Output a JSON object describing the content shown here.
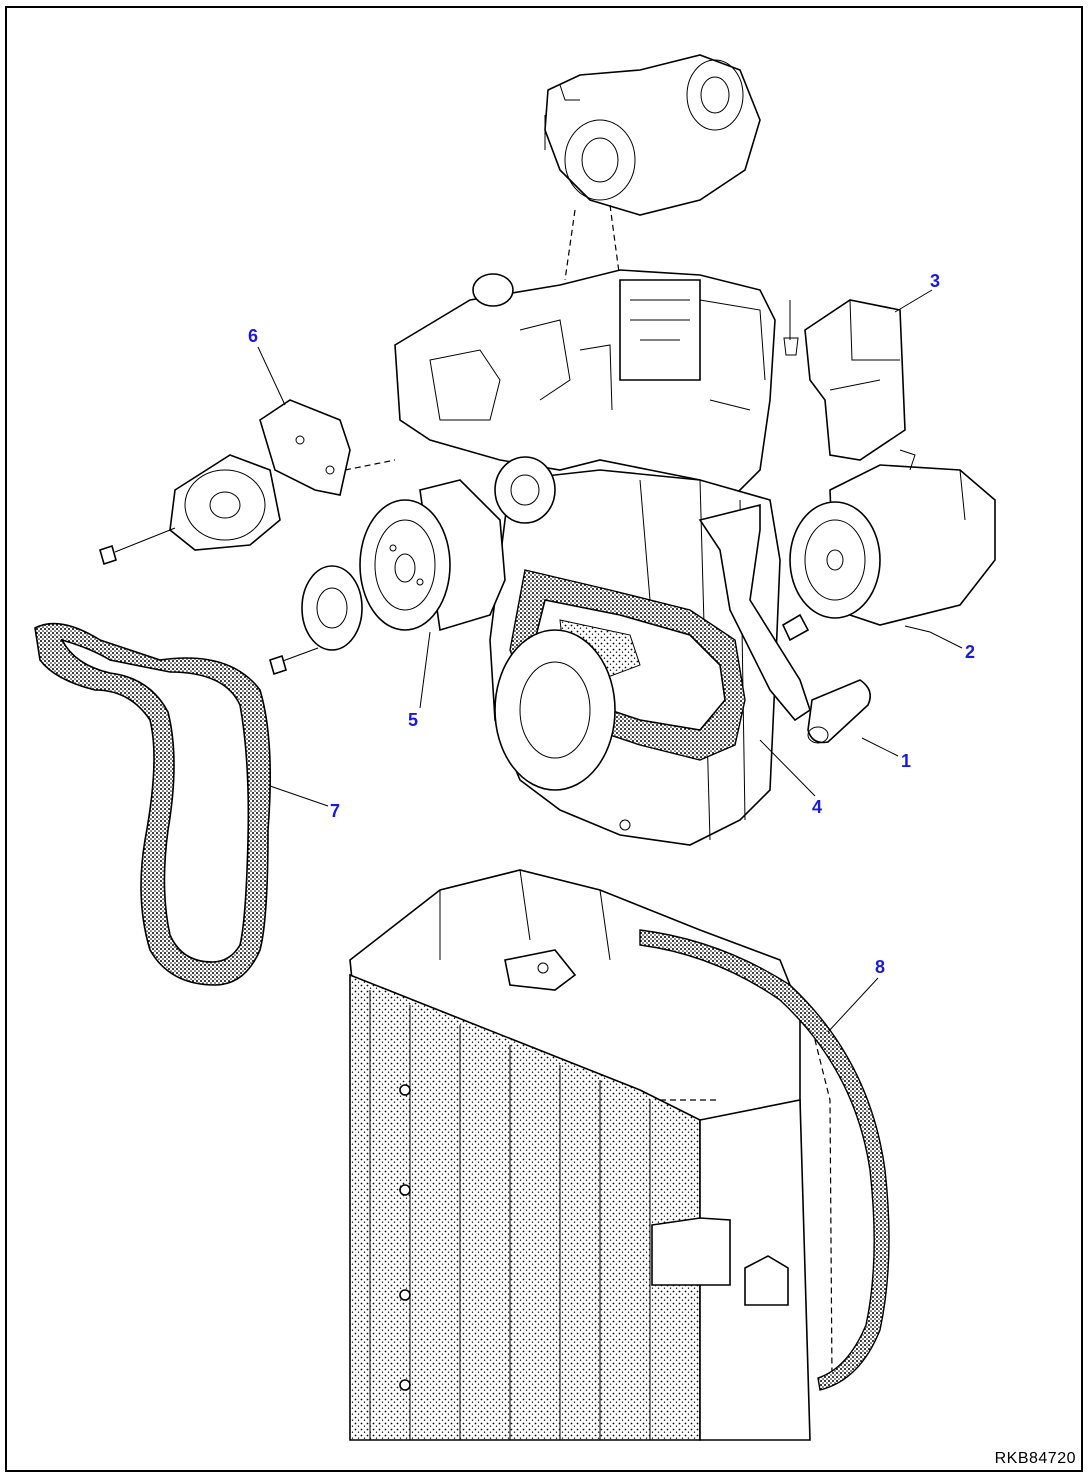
{
  "drawing": {
    "id_code": "RKB84720",
    "callouts": [
      {
        "key": "1",
        "label": "1"
      },
      {
        "key": "2",
        "label": "2"
      },
      {
        "key": "3",
        "label": "3"
      },
      {
        "key": "4",
        "label": "4"
      },
      {
        "key": "5",
        "label": "5"
      },
      {
        "key": "6",
        "label": "6"
      },
      {
        "key": "7",
        "label": "7"
      },
      {
        "key": "8",
        "label": "8"
      }
    ],
    "callout_color": "#1a1adf"
  }
}
